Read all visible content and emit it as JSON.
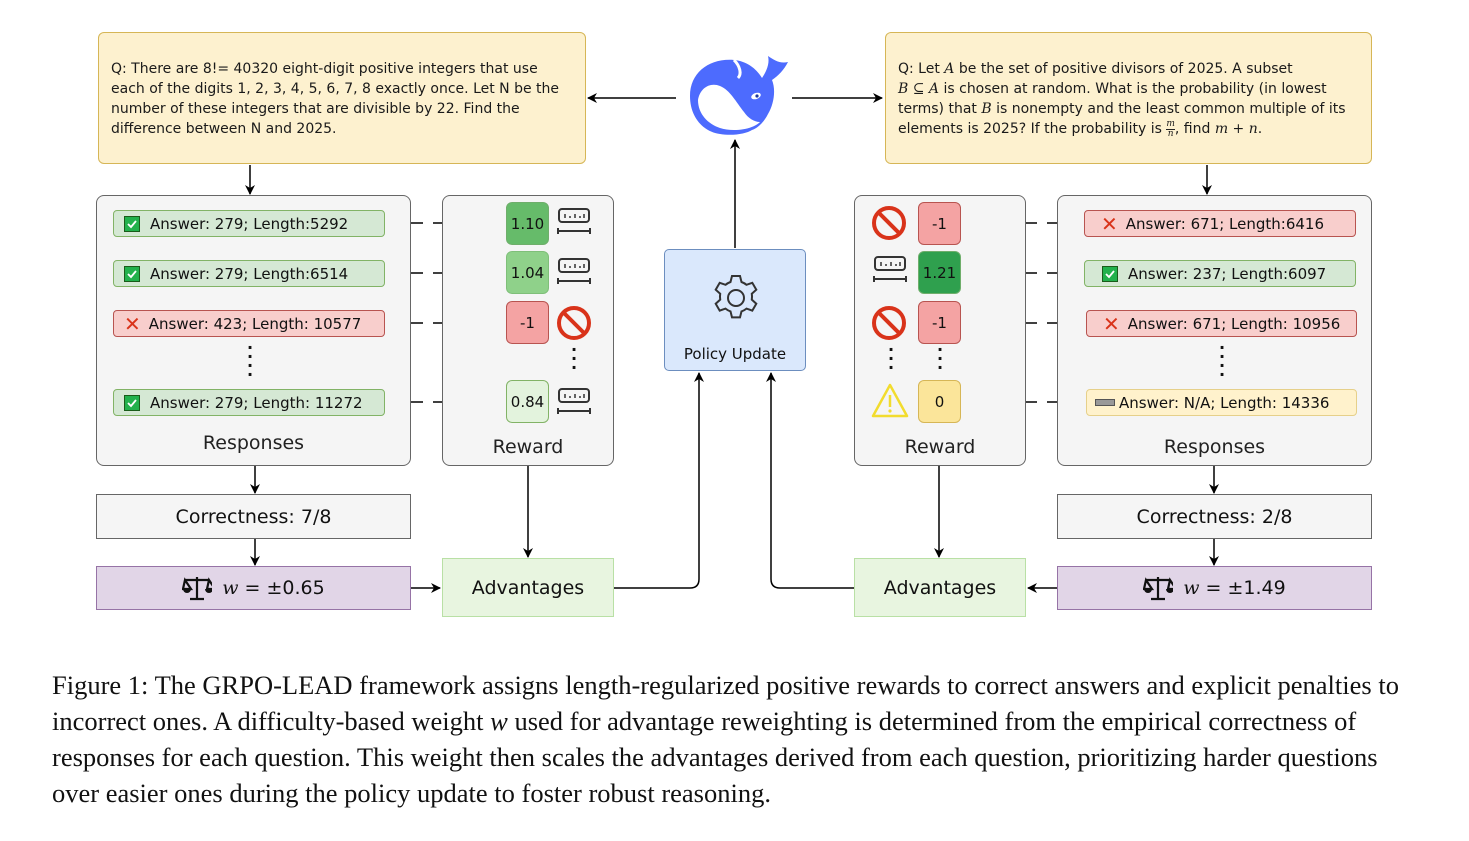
{
  "left": {
    "question": "Q: There are 8!= 40320 eight-digit positive integers that use each of the digits 1, 2, 3, 4, 5, 6, 7, 8 exactly once. Let N be the number of these integers that are divisible by 22. Find the difference between N and 2025.",
    "responses_title": "Responses",
    "reward_title": "Reward",
    "responses": [
      {
        "status": "correct",
        "icon": "checkmark-icon",
        "text": "Answer: 279;  Length:5292"
      },
      {
        "status": "correct",
        "icon": "checkmark-icon",
        "text": "Answer: 279;  Length:6514"
      },
      {
        "status": "incorrect",
        "icon": "cross-icon",
        "text": "Answer: 423; Length: 10577"
      },
      {
        "status": "correct",
        "icon": "checkmark-icon",
        "text": "Answer: 279;  Length: 11272"
      }
    ],
    "rewards": [
      {
        "value": "1.10",
        "icon": "ruler-icon"
      },
      {
        "value": "1.04",
        "icon": "ruler-icon"
      },
      {
        "value": "-1",
        "icon": "prohibited-icon"
      },
      {
        "value": "0.84",
        "icon": "ruler-icon"
      }
    ],
    "correctness": "Correctness: 7/8",
    "weight_var": "w",
    "weight_value": "= ±0.65",
    "advantages": "Advantages"
  },
  "right": {
    "question_parts": {
      "l1a": "Q: Let ",
      "A1": "A",
      "l1b": " be the set of positive divisors of 2025. A subset",
      "B1": "B ⊆ A",
      "l2b": " is chosen at random. What is the probability (in lowest",
      "l3a": "terms) that ",
      "B2": "B",
      "l3b": " is nonempty and the least common multiple of its",
      "l4a": "elements is 2025? If the probability is ",
      "frac_num": "m",
      "frac_den": "n",
      "l4b": ", find ",
      "mn": "m + n",
      "l4c": "."
    },
    "responses_title": "Responses",
    "reward_title": "Reward",
    "responses": [
      {
        "status": "incorrect",
        "icon": "cross-icon",
        "text": "Answer: 671;  Length:6416"
      },
      {
        "status": "correct",
        "icon": "checkmark-icon",
        "text": "Answer: 237;  Length:6097"
      },
      {
        "status": "incorrect",
        "icon": "cross-icon",
        "text": "Answer: 671; Length: 10956"
      },
      {
        "status": "no-answer",
        "icon": "dash-icon",
        "text": "Answer: N/A;  Length: 14336"
      }
    ],
    "rewards": [
      {
        "value": "-1",
        "icon": "prohibited-icon"
      },
      {
        "value": "1.21",
        "icon": "ruler-icon"
      },
      {
        "value": "-1",
        "icon": "prohibited-icon"
      },
      {
        "value": "0",
        "icon": "warning-icon"
      }
    ],
    "correctness": "Correctness: 2/8",
    "weight_var": "w",
    "weight_value": "= ±1.49",
    "advantages": "Advantages"
  },
  "center": {
    "model_icon": "deepseek-whale-icon",
    "policy_update": "Policy Update",
    "policy_icon": "gear-icon"
  },
  "colors": {
    "correct_fill": "#d5e8d4",
    "incorrect_fill": "#f8cecc",
    "question_fill": "#fdf1cf",
    "weight_fill": "#e1d5e7",
    "policy_fill": "#dae8fc",
    "whale_blue": "#4d6bfe"
  },
  "caption": "Figure 1: The GRPO-LEAD framework assigns length-regularized positive rewards to correct answers and explicit penalties to incorrect ones. A difficulty-based weight w used for advantage reweighting is determined from the empirical correctness of responses for each question. This weight then scales the advantages derived from each question, prioritizing harder questions over easier ones during the policy update to foster robust reasoning.",
  "caption_parts": {
    "a": "Figure 1: The GRPO-LEAD framework assigns length-regularized positive rewards to correct answers and explicit penalties to incorrect ones. A difficulty-based weight ",
    "w": "w",
    "b": " used for advantage reweighting is determined from the empirical correctness of responses for each question. This weight then scales the advantages derived from each question, prioritizing harder questions over easier ones during the policy update to foster robust reasoning."
  }
}
